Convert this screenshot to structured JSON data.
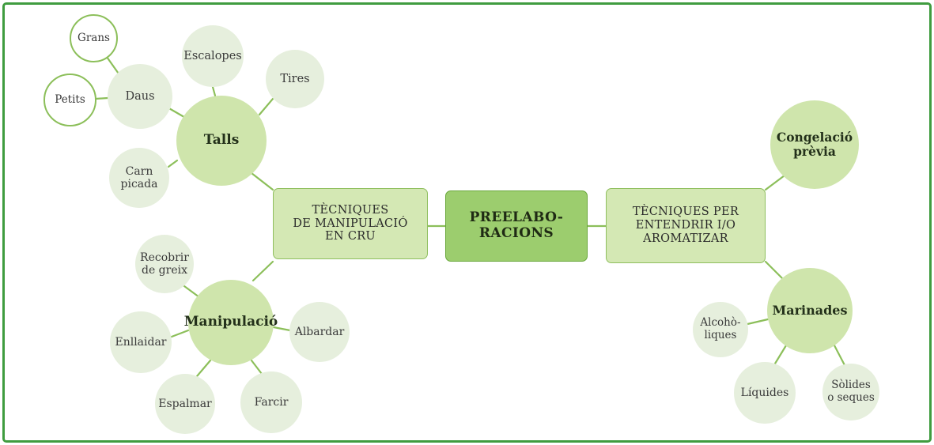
{
  "diagram": {
    "title": "PREELABORACIONS",
    "type": "mind-map",
    "language": "ca",
    "colors": {
      "frame_border": "#3f9c3f",
      "center_fill": "#9ccd6e",
      "center_stroke": "#6aa83c",
      "branch_fill": "#d4e8b4",
      "branch_stroke": "#8fbf5e",
      "hub_fill": "#cfe5ac",
      "leaf_fill": "#e6efdd",
      "outline_stroke": "#8cbf5a",
      "connector": "#8cbf5a",
      "text": "#2e2e2e"
    }
  },
  "center": {
    "label": "PREELABO-\nRACIONS"
  },
  "branches": [
    {
      "id": "tecniques-cru",
      "label": "TÈCNIQUES\nDE MANIPULACIÓ\nEN CRU"
    },
    {
      "id": "tecniques-entendrir",
      "label": "TÈCNIQUES PER\nENTENDRIR I/O\nAROMATIZAR"
    }
  ],
  "hubs": [
    {
      "id": "talls",
      "label": "Talls"
    },
    {
      "id": "manipulacio",
      "label": "Manipulació"
    },
    {
      "id": "congelacio",
      "label": "Congelació\nprèvia"
    },
    {
      "id": "marinades",
      "label": "Marinades"
    }
  ],
  "leaves": {
    "talls": [
      {
        "id": "daus",
        "label": "Daus"
      },
      {
        "id": "escalopes",
        "label": "Escalopes"
      },
      {
        "id": "tires",
        "label": "Tires"
      },
      {
        "id": "carn-picada",
        "label": "Carn\npicada"
      }
    ],
    "daus": [
      {
        "id": "grans",
        "label": "Grans"
      },
      {
        "id": "petits",
        "label": "Petits"
      }
    ],
    "manipulacio": [
      {
        "id": "recobrir-de-greix",
        "label": "Recobrir\nde greix"
      },
      {
        "id": "enllaidar",
        "label": "Enllaidar"
      },
      {
        "id": "espalmar",
        "label": "Espalmar"
      },
      {
        "id": "farcir",
        "label": "Farcir"
      },
      {
        "id": "albardar",
        "label": "Albardar"
      }
    ],
    "marinades": [
      {
        "id": "alcoholiques",
        "label": "Alcohò-\nliques"
      },
      {
        "id": "liquides",
        "label": "Líquides"
      },
      {
        "id": "solides-o-seques",
        "label": "Sòlides\no seques"
      }
    ]
  }
}
